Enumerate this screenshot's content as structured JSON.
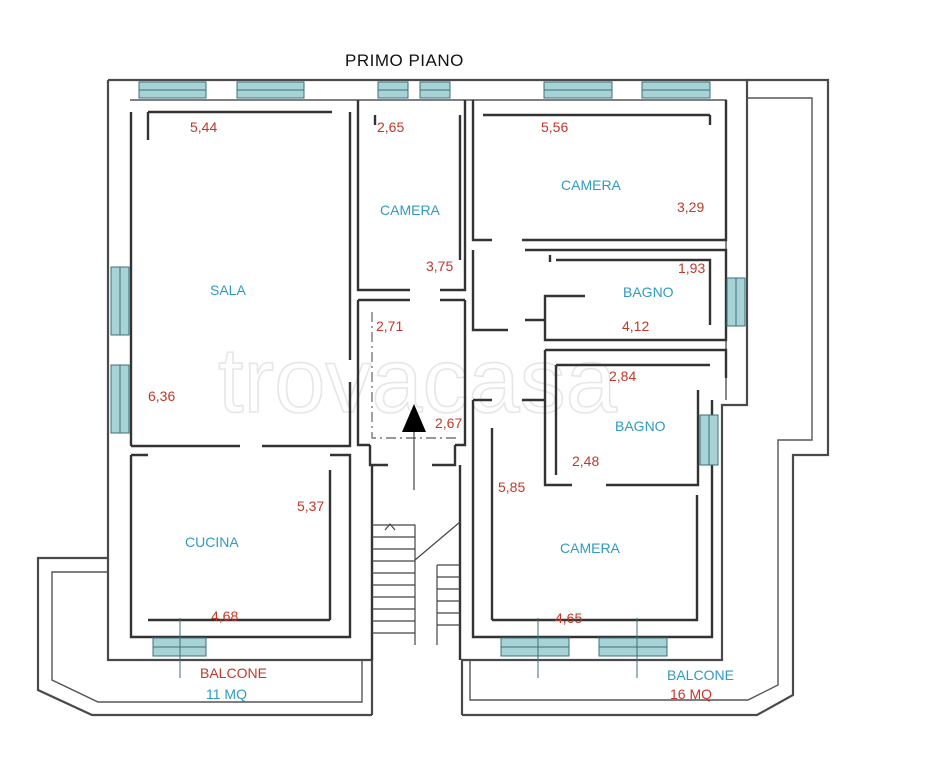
{
  "title": "PRIMO PIANO",
  "watermark": "trovacasa",
  "rooms": {
    "sala": "SALA",
    "cucina": "CUCINA",
    "camera_small": "CAMERA",
    "camera_top_right": "CAMERA",
    "bagno_top": "BAGNO",
    "bagno_bottom": "BAGNO",
    "camera_bottom_right": "CAMERA",
    "balcone_left": "BALCONE",
    "balcone_left_area": "11 MQ",
    "balcone_right": "BALCONE",
    "balcone_right_area": "16 MQ"
  },
  "dimensions": {
    "sala_width": "5,44",
    "sala_height": "6,36",
    "cucina_width": "4,68",
    "cucina_height": "5,37",
    "camera_small_width": "2,65",
    "camera_small_height": "3,75",
    "corridor_width": "2,71",
    "corridor_height": "2,67",
    "camera_top_right_width": "5,56",
    "camera_top_right_height": "3,29",
    "bagno_top_height": "1,93",
    "bagno_top_width": "4,12",
    "bagno_bottom_width": "2,84",
    "bagno_bottom_height": "2,48",
    "camera_bottom_right_height": "5,85",
    "camera_bottom_right_width": "4,65"
  },
  "colors": {
    "room_label": "#2f9bc2",
    "dimension_label": "#c0392b",
    "window_fill": "#a7d3d6"
  }
}
